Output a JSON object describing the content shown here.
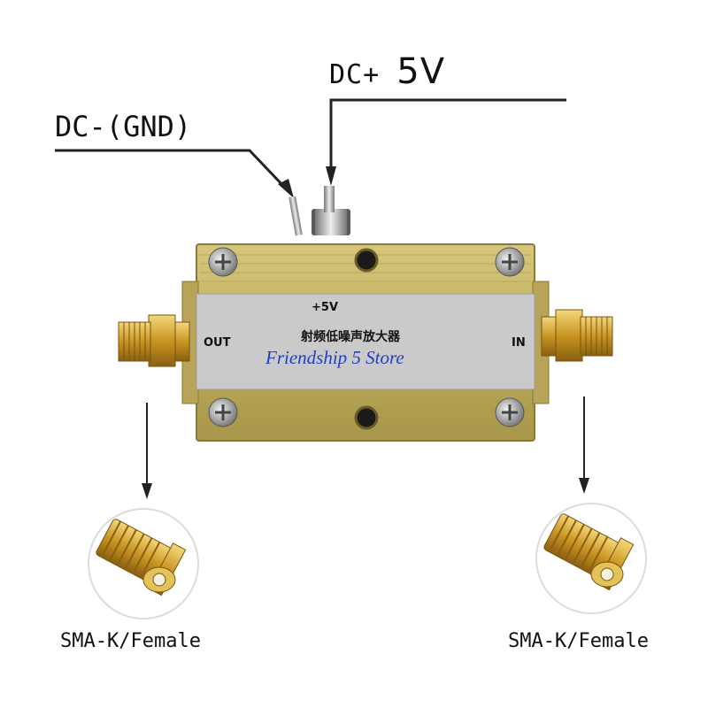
{
  "annotations": {
    "dc_plus_prefix": "DC+",
    "dc_plus_value": "5V",
    "dc_minus": "DC-(GND)"
  },
  "device": {
    "label_plus5v": "+5V",
    "label_out": "OUT",
    "label_in": "IN",
    "label_title": "射频低噪声放大器",
    "body_color": "#c8b568",
    "panel_color": "#c9c9c9"
  },
  "watermark": "Friendship 5 Store",
  "connectors": {
    "left_label": "SMA-K/Female",
    "right_label": "SMA-K/Female",
    "connector_color": "#d4a62a"
  }
}
